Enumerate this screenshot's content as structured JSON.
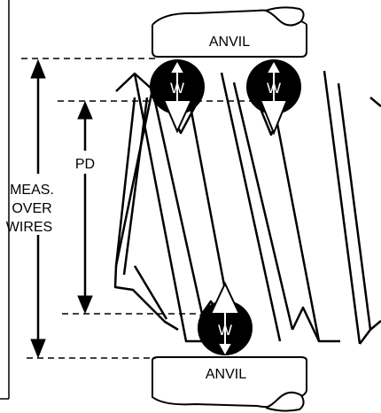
{
  "labels": {
    "anvil_top": "ANVIL",
    "anvil_bottom": "ANVIL",
    "wire": "W",
    "pd": "PD",
    "meas_line1": "MEAS.",
    "meas_line2": "OVER",
    "meas_line3": "WIRES"
  },
  "colors": {
    "ink": "#000000",
    "paper": "#ffffff"
  }
}
